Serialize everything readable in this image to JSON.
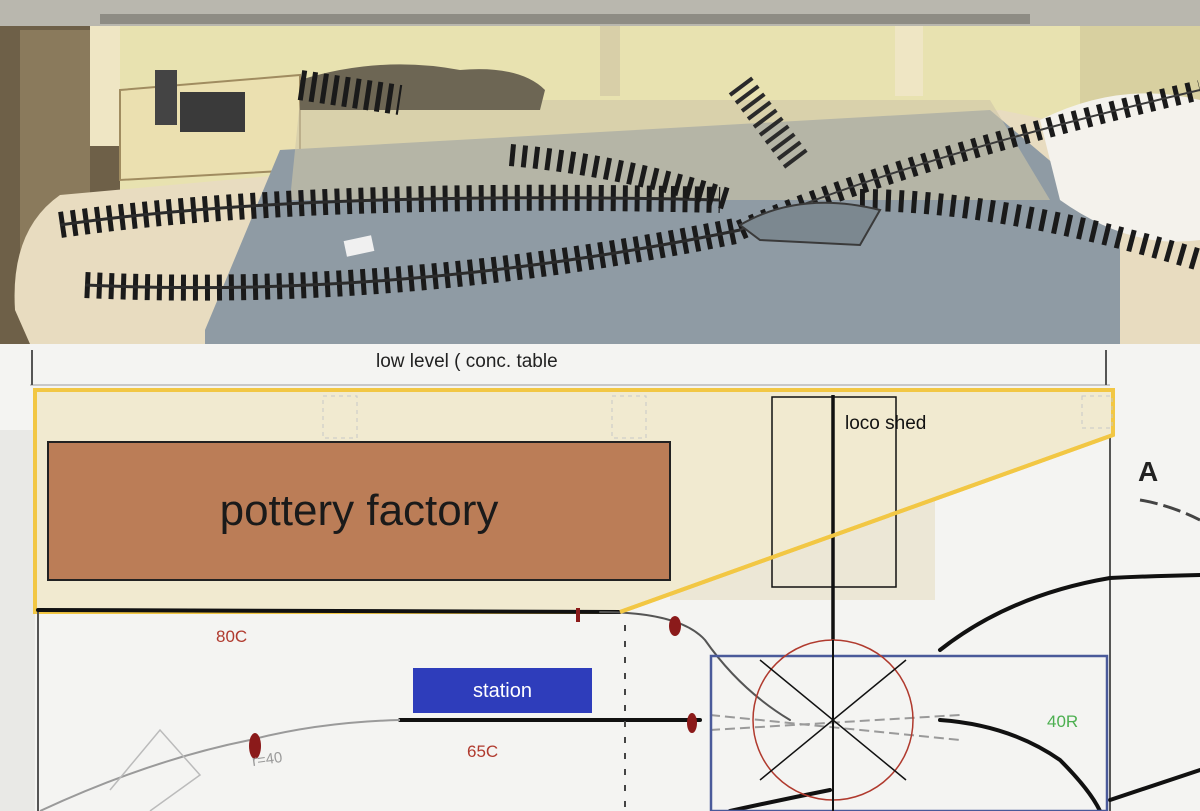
{
  "photo": {
    "description_alt": "Track layout under construction on baseboard"
  },
  "plan": {
    "header_label": "low level  ( conc. table",
    "pottery_label": "pottery factory",
    "loco_shed_label": "loco shed",
    "station_label": "station",
    "corner_label": "A",
    "curve_80c": "80C",
    "curve_65c": "65C",
    "curve_40r": "40R",
    "radius_note": "r=40"
  },
  "colors": {
    "pottery_fill": "#bb7d57",
    "station_fill": "#2e3dbb",
    "highlight_yellow": "#f2c744",
    "track_black": "#111111",
    "turntable_red": "#b03a2e",
    "box_blue": "#4a5a9a"
  }
}
